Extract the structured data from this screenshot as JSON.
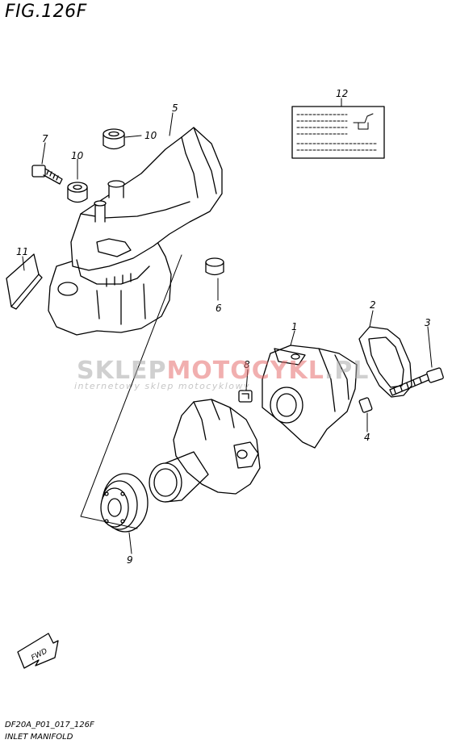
{
  "figure": {
    "title": "FIG.126F",
    "code": "DF20A_P01_017_126F",
    "name": "INLET MANIFOLD"
  },
  "callouts": [
    "1",
    "2",
    "3",
    "4",
    "5",
    "6",
    "7",
    "8",
    "9",
    "10",
    "10",
    "11",
    "12"
  ],
  "fwd_label": "FWD",
  "watermark": {
    "prefix": "SKLEP",
    "accent": "MOTOCYKL",
    "suffix": ".PL",
    "subtitle": "internetowy sklep motocyklowy"
  },
  "colors": {
    "line": "#000000",
    "watermark_gray": "#aaaaaa",
    "watermark_red": "#e66e6e"
  }
}
